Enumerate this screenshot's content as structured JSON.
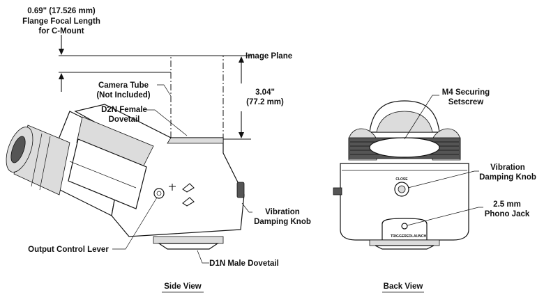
{
  "labels": {
    "flange_value": "0.69\" (17.526 mm)",
    "flange_line2": "Flange Focal Length",
    "flange_line3": "for C-Mount",
    "image_plane": "Image Plane",
    "camera_tube_line1": "Camera Tube",
    "camera_tube_line2": "(Not Included)",
    "tube_height_in": "3.04\"",
    "tube_height_mm": "(77.2 mm)",
    "d2n_line1": "D2N Female",
    "d2n_line2": "Dovetail",
    "vib_side_line1": "Vibration",
    "vib_side_line2": "Damping Knob",
    "output_lever": "Output Control Lever",
    "d1n": "D1N Male Dovetail",
    "side_view": "Side View",
    "m4_line1": "M4 Securing",
    "m4_line2": "Setscrew",
    "vib_back_line1": "Vibration",
    "vib_back_line2": "Damping Knob",
    "phono_line1": "2.5 mm",
    "phono_line2": "Phono Jack",
    "back_view": "Back View",
    "panel_left": "TRIGGERED",
    "panel_right": "LAUNCH",
    "knob_label": "CLOSE"
  }
}
